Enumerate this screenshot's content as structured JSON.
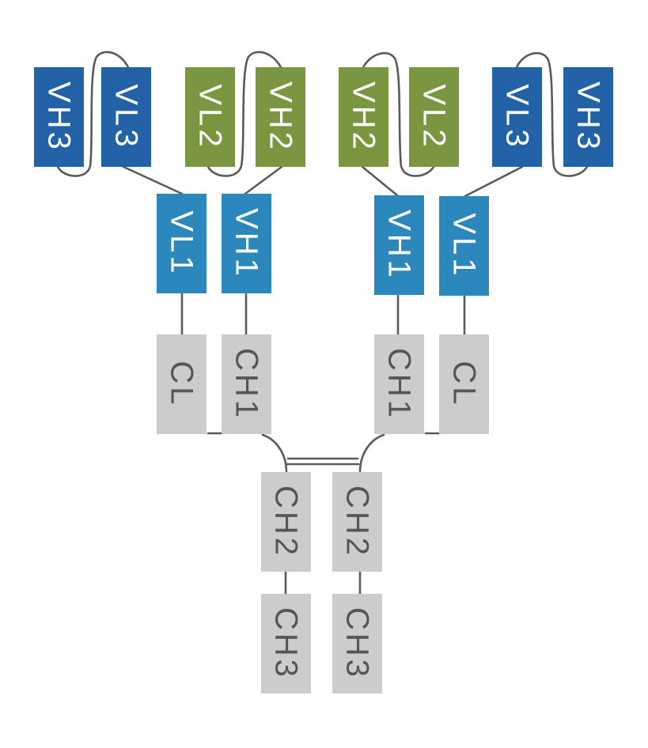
{
  "diagram": {
    "description": "Antibody construct with domain chains",
    "colors": {
      "variable_3": "#2462a8",
      "variable_2": "#7a9640",
      "variable_1": "#2b87bc",
      "constant": "#cccccc",
      "linker": "#5a5a5a",
      "label_on_dark": "#ffffff",
      "label_on_light": "#555555"
    },
    "domains": [
      {
        "id": "left-vh3",
        "label": "VH3",
        "type": "variable_3"
      },
      {
        "id": "left-vl3",
        "label": "VL3",
        "type": "variable_3"
      },
      {
        "id": "left-vl2",
        "label": "VL2",
        "type": "variable_2"
      },
      {
        "id": "left-vh2",
        "label": "VH2",
        "type": "variable_2"
      },
      {
        "id": "right-vh2",
        "label": "VH2",
        "type": "variable_2"
      },
      {
        "id": "right-vl2",
        "label": "VL2",
        "type": "variable_2"
      },
      {
        "id": "right-vl3",
        "label": "VL3",
        "type": "variable_3"
      },
      {
        "id": "right-vh3",
        "label": "VH3",
        "type": "variable_3"
      },
      {
        "id": "left-vl1",
        "label": "VL1",
        "type": "variable_1"
      },
      {
        "id": "left-vh1",
        "label": "VH1",
        "type": "variable_1"
      },
      {
        "id": "right-vh1",
        "label": "VH1",
        "type": "variable_1"
      },
      {
        "id": "right-vl1",
        "label": "VL1",
        "type": "variable_1"
      },
      {
        "id": "left-cl",
        "label": "CL",
        "type": "constant"
      },
      {
        "id": "left-ch1",
        "label": "CH1",
        "type": "constant"
      },
      {
        "id": "right-ch1",
        "label": "CH1",
        "type": "constant"
      },
      {
        "id": "right-cl",
        "label": "CL",
        "type": "constant"
      },
      {
        "id": "left-ch2",
        "label": "CH2",
        "type": "constant"
      },
      {
        "id": "right-ch2",
        "label": "CH2",
        "type": "constant"
      },
      {
        "id": "left-ch3",
        "label": "CH3",
        "type": "constant"
      },
      {
        "id": "right-ch3",
        "label": "CH3",
        "type": "constant"
      }
    ],
    "connections": [
      {
        "from": "left-vh3",
        "to": "left-vl3",
        "kind": "s-linker"
      },
      {
        "from": "left-vl3",
        "to": "left-vl1",
        "kind": "linker"
      },
      {
        "from": "left-vl2",
        "to": "left-vh2",
        "kind": "s-linker"
      },
      {
        "from": "left-vh2",
        "to": "left-vh1",
        "kind": "linker"
      },
      {
        "from": "right-vh2",
        "to": "right-vl2",
        "kind": "s-linker"
      },
      {
        "from": "right-vh2",
        "to": "right-vh1",
        "kind": "linker"
      },
      {
        "from": "right-vl3",
        "to": "right-vh3",
        "kind": "s-linker"
      },
      {
        "from": "right-vl3",
        "to": "right-vl1",
        "kind": "linker"
      },
      {
        "from": "left-vl1",
        "to": "left-cl",
        "kind": "bond"
      },
      {
        "from": "left-vh1",
        "to": "left-ch1",
        "kind": "bond"
      },
      {
        "from": "right-vh1",
        "to": "right-ch1",
        "kind": "bond"
      },
      {
        "from": "right-vl1",
        "to": "right-cl",
        "kind": "bond"
      },
      {
        "from": "left-cl",
        "to": "left-ch1",
        "kind": "disulfide"
      },
      {
        "from": "right-ch1",
        "to": "right-cl",
        "kind": "disulfide"
      },
      {
        "from": "left-ch1",
        "to": "left-ch2",
        "kind": "hinge"
      },
      {
        "from": "right-ch1",
        "to": "right-ch2",
        "kind": "hinge"
      },
      {
        "from": "left-ch2",
        "to": "right-ch2",
        "kind": "hinge-disulfide-double"
      },
      {
        "from": "left-ch2",
        "to": "left-ch3",
        "kind": "bond"
      },
      {
        "from": "right-ch2",
        "to": "right-ch3",
        "kind": "bond"
      }
    ]
  }
}
